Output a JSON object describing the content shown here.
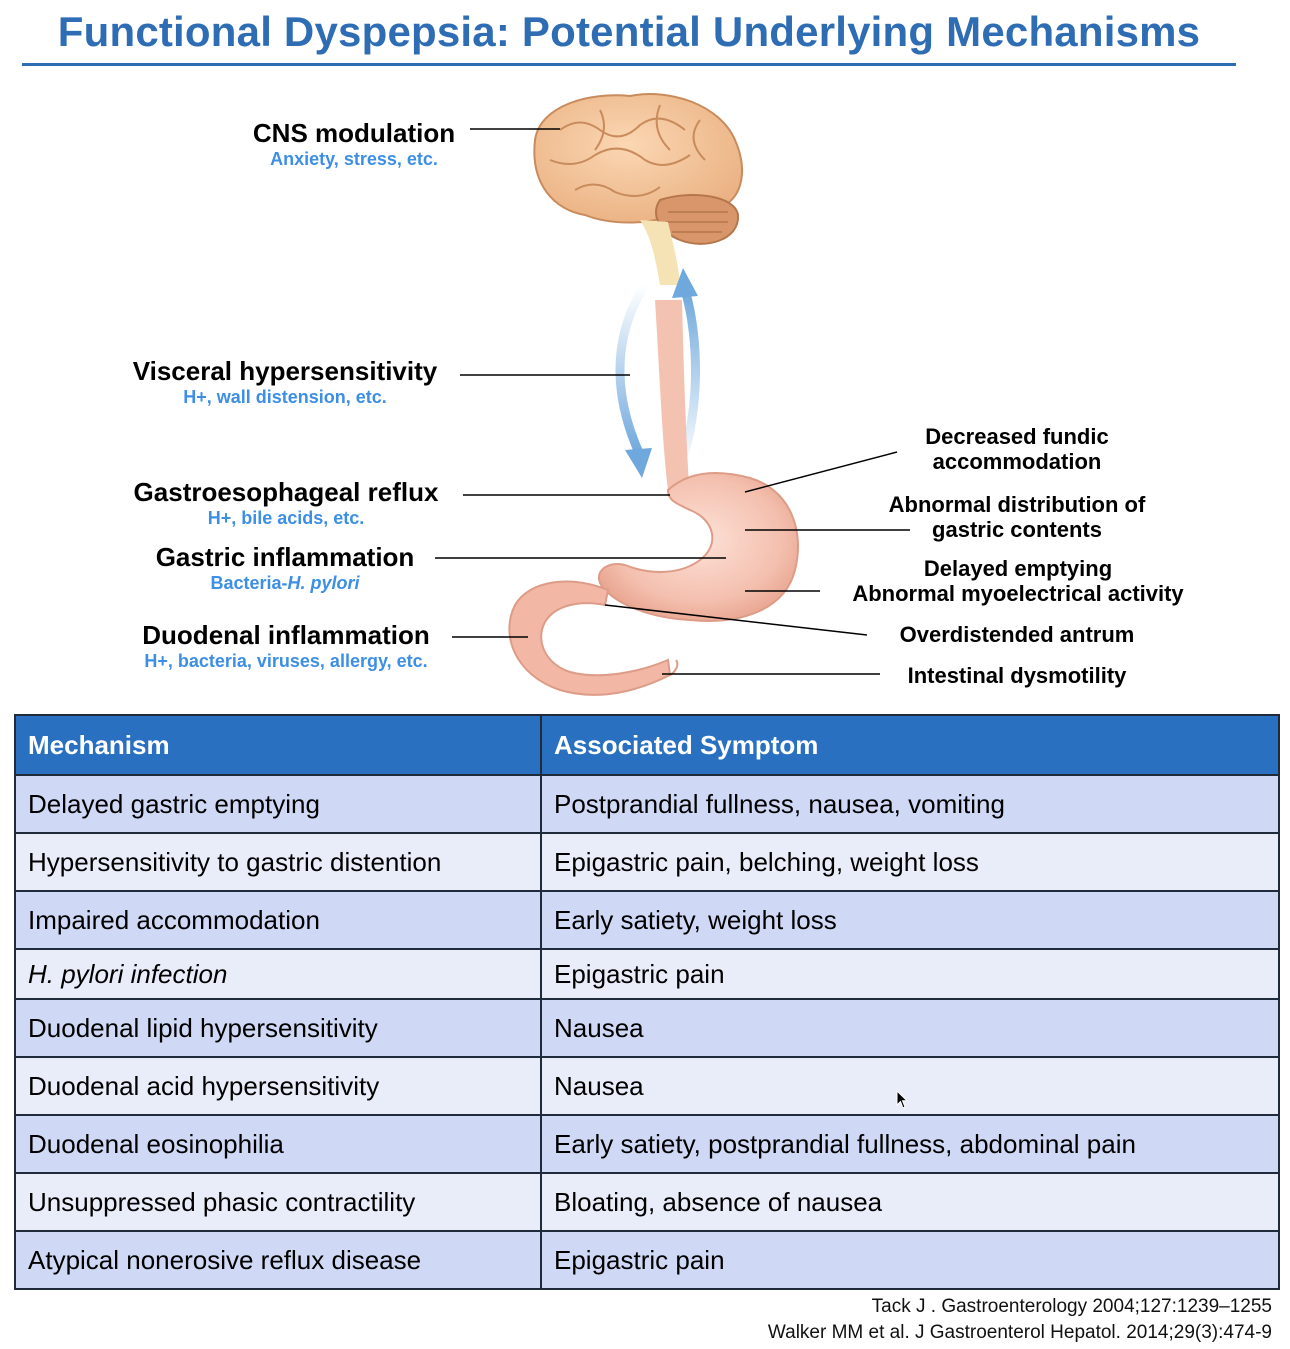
{
  "title": "Functional Dyspepsia: Potential Underlying Mechanisms",
  "diagram": {
    "left_labels": [
      {
        "main": "CNS modulation",
        "sub": "Anxiety, stress, etc."
      },
      {
        "main": "Visceral hypersensitivity",
        "sub": "H+, wall distension, etc."
      },
      {
        "main": "Gastroesophageal reflux",
        "sub": "H+, bile acids, etc."
      },
      {
        "main": "Gastric inflammation",
        "sub_prefix": "Bacteria-",
        "sub_italic": "H. pylori"
      },
      {
        "main": "Duodenal inflammation",
        "sub": "H+, bacteria, viruses, allergy, etc."
      }
    ],
    "right_labels": {
      "fundic_1": "Decreased fundic",
      "fundic_2": "accommodation",
      "distribution_1": "Abnormal distribution of",
      "distribution_2": "gastric contents",
      "delayed_1": "Delayed emptying",
      "delayed_2": "Abnormal myoelectrical activity",
      "antrum": "Overdistended antrum",
      "intestinal": "Intestinal dysmotility"
    }
  },
  "table": {
    "headers": [
      "Mechanism",
      "Associated Symptom"
    ],
    "rows": [
      {
        "mechanism": "Delayed gastric emptying",
        "symptom": "Postprandial fullness, nausea, vomiting"
      },
      {
        "mechanism": "Hypersensitivity to gastric distention",
        "symptom": "Epigastric pain, belching, weight loss"
      },
      {
        "mechanism": "Impaired accommodation",
        "symptom": "Early satiety, weight loss"
      },
      {
        "mechanism": "H. pylori infection",
        "symptom": "Epigastric pain"
      },
      {
        "mechanism": "Duodenal lipid hypersensitivity",
        "symptom": "Nausea"
      },
      {
        "mechanism": "Duodenal acid hypersensitivity",
        "symptom": "Nausea"
      },
      {
        "mechanism": "Duodenal eosinophilia",
        "symptom": "Early satiety, postprandial fullness, abdominal pain"
      },
      {
        "mechanism": "Unsuppressed phasic contractility",
        "symptom": "Bloating, absence of nausea"
      },
      {
        "mechanism": "Atypical nonerosive reflux disease",
        "symptom": "Epigastric pain"
      }
    ]
  },
  "references": [
    "Tack J . Gastroenterology 2004;127:1239–1255",
    "Walker MM et al. J Gastroenterol Hepatol. 2014;29(3):474-9"
  ],
  "colors": {
    "accent": "#2e6db4",
    "header_bg": "#2a70c0",
    "row_odd": "#cfd8f4",
    "row_even": "#e9edf9",
    "sublabel": "#3d8fe6"
  }
}
